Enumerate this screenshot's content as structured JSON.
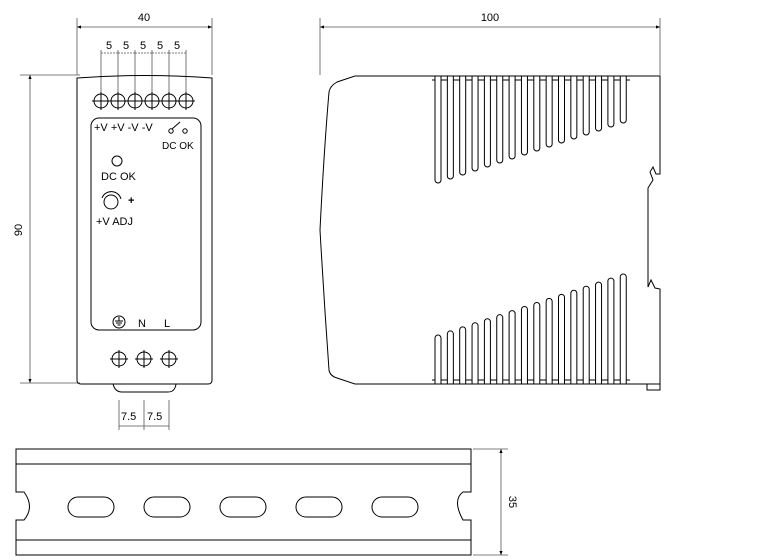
{
  "dimensions": {
    "front_width": "40",
    "terminal_pitch": [
      "5",
      "5",
      "5",
      "5",
      "5"
    ],
    "height": "90",
    "depth": "100",
    "input_pitch": [
      "7.5",
      "7.5"
    ],
    "rail_height": "35"
  },
  "front_panel": {
    "output_labels": "+V +V -V  -V",
    "relay_label": "DC OK",
    "led_label": "DC OK",
    "adj_plus": "+",
    "adj_label": "+V ADJ",
    "input_n": "N",
    "input_l": "L"
  },
  "side_view": {
    "fin_count": 16
  },
  "din_rail": {
    "slot_count": 5
  }
}
